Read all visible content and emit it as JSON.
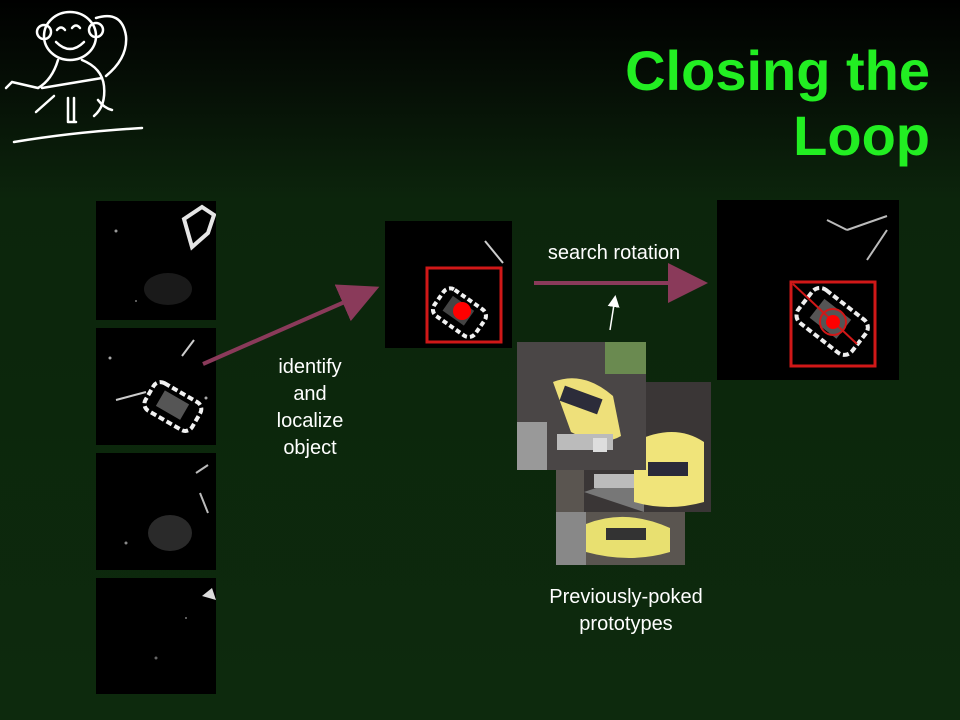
{
  "slide": {
    "title": "Closing the Loop",
    "labels": {
      "identify": "identify\nand\nlocalize\nobject",
      "search": "search rotation",
      "prototypes": "Previously-poked\nprototypes"
    }
  },
  "colors": {
    "title": "#22ee22",
    "arrow": "#8a3a5a",
    "box": "#d01818",
    "dot": "#ff0000",
    "text": "#ffffff",
    "background": "#0d2a0d"
  }
}
